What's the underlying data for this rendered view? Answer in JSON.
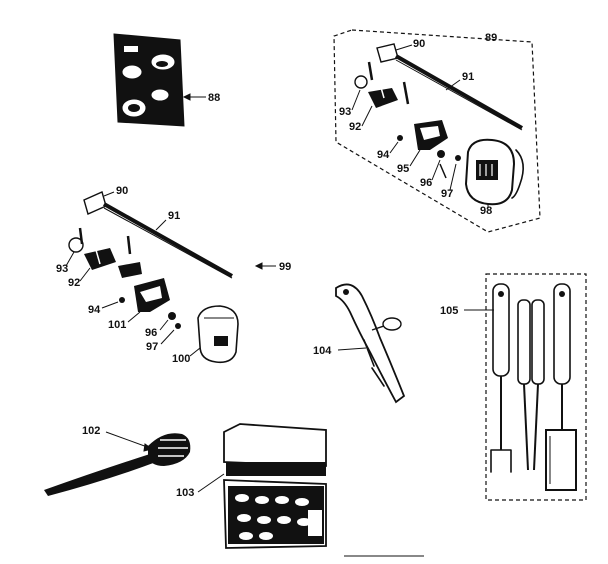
{
  "labels": {
    "l88": "88",
    "l89": "89",
    "l90a": "90",
    "l91a": "91",
    "l92a": "92",
    "l93a": "93",
    "l94a": "94",
    "l95": "95",
    "l96a": "96",
    "l97a": "97",
    "l98": "98",
    "l90b": "90",
    "l91b": "91",
    "l92b": "92",
    "l93b": "93",
    "l94b": "94",
    "l101": "101",
    "l96b": "96",
    "l97b": "97",
    "l100": "100",
    "l99": "99",
    "l104": "104",
    "l105": "105",
    "l102": "102",
    "l103": "103"
  }
}
